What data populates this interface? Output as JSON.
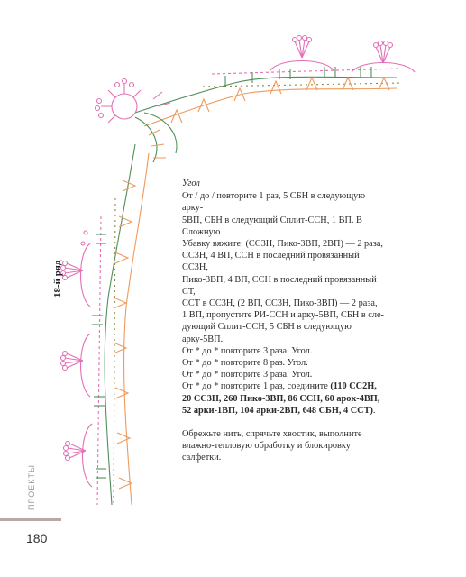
{
  "row_label": "18-й ряд",
  "instructions": {
    "heading": "Угол",
    "lines": [
      "От / до / повторите 1 раз, 5 СБН в следующую арку-",
      "5ВП, СБН в следующий Сплит-ССН, 1 ВП. В Сложную",
      "Убавку вяжите: (СС3Н, Пико-3ВП, 2ВП) — 2 раза,",
      "СС3Н, 4 ВП, ССН в последний провязанный СС3Н,",
      "Пико-3ВП, 4 ВП, ССН в последний провязанный СТ,",
      "ССТ в СС3Н, (2 ВП, СС3Н, Пико-3ВП) — 2 раза,",
      "1 ВП, пропустите РИ-ССН и арку-5ВП, СБН в сле-",
      "дующий Сплит-ССН, 5 СБН в следующую арку-5ВП.",
      "От * до * повторите 3 раза. Угол.",
      "От * до * повторите 8 раз. Угол.",
      "От * до * повторите 3 раза. Угол."
    ],
    "final_lead": "От * до * повторите 1 раз, соедините ",
    "final_bold": "(110 СС2Н, 20 СС3Н, 260 Пико-3ВП, 86 ССН, 60 арок-4ВП, 52 арки-1ВП, 104 арки-2ВП, 648 СБН, 4 ССТ)",
    "final_tail": ".",
    "closing": "Обрежьте нить, спрячьте хвостик, выполните влажно-тепловую обработку и блокировку салфетки."
  },
  "section_label": "ПРОЕКТЫ",
  "page_number": "180",
  "colors": {
    "pink": "#e46fb6",
    "green": "#4f8f5a",
    "orange": "#ef9a5b",
    "olive": "#8a8a45",
    "accent_bar": "#b9a9a6"
  }
}
